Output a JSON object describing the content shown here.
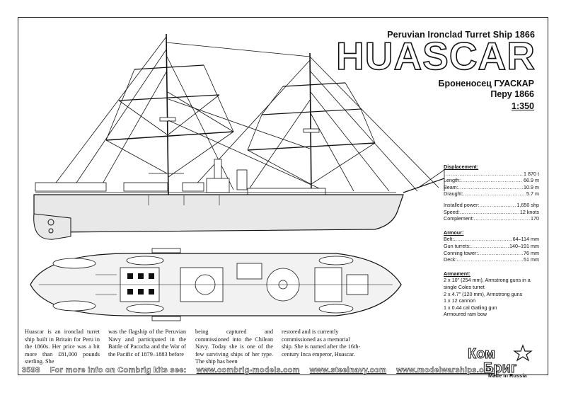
{
  "header": {
    "subtitle": "Peruvian Ironclad Turret Ship 1866",
    "title": "HUASCAR",
    "russian_name": "Броненосец ГУАСКАР",
    "russian_country_year": "Перу 1866",
    "scale": "1:350"
  },
  "specs": {
    "displacement_heading": "Displacement:",
    "main": [
      {
        "label": "",
        "value": "1 870 t"
      },
      {
        "label": "Length:",
        "value": "66.9 m"
      },
      {
        "label": "Beam:",
        "value": "10.9 m"
      },
      {
        "label": "Draught:",
        "value": "5.7 m"
      }
    ],
    "performance": [
      {
        "label": "Installed power:",
        "value": "1,650 shp"
      },
      {
        "label": "Speed:",
        "value": "12 knots"
      },
      {
        "label": "Complement:",
        "value": "170"
      }
    ],
    "armour_heading": "Armour:",
    "armour": [
      {
        "label": "Belt:",
        "value": "64–114 mm"
      },
      {
        "label": "Gun turrets:",
        "value": "140–191 mm"
      },
      {
        "label": "Conning tower:",
        "value": "76 mm"
      },
      {
        "label": "Deck:",
        "value": "51 mm"
      }
    ],
    "armament_heading": "Armament:",
    "armament": [
      "2 x 10\" (254 mm), Armstrong guns in a",
      "single Coles turret",
      "2 x 4.7\" (120 mm), Armstrong guns",
      "1 x 12 cannon",
      "1 x 0.44 cal Gatling gun",
      "Armoured ram bow"
    ]
  },
  "description": [
    "Huascar is an ironclad turret ship built in Britain for Peru in the 1860s. Her price was a bit more than £81,000 pounds sterling. She",
    "was the flagship of the Peruvian Navy and participated in the Battle of Pacocha and the War of the Pacific of 1879–1883 before",
    "being captured and commissioned into the Chilean Navy. Today she is one of the few surviving ships of her type. The ship has been",
    "restored and is currently commissioned as a memorial ship. She is named after the 16th-century Inca emperor, Huascar."
  ],
  "footer": {
    "kit_number": "3598",
    "info": "For more info on Combrig kits see:",
    "links": [
      "www.combrig-models.com",
      "www.steelnavy.com",
      "www.modelwarships.com"
    ]
  },
  "logo": {
    "line1": "Ком",
    "line2": "Бриг",
    "made_in": "Made in Russia"
  },
  "colors": {
    "ink": "#111111",
    "paper": "#ffffff",
    "hull_shade": "#e6e6e6"
  }
}
